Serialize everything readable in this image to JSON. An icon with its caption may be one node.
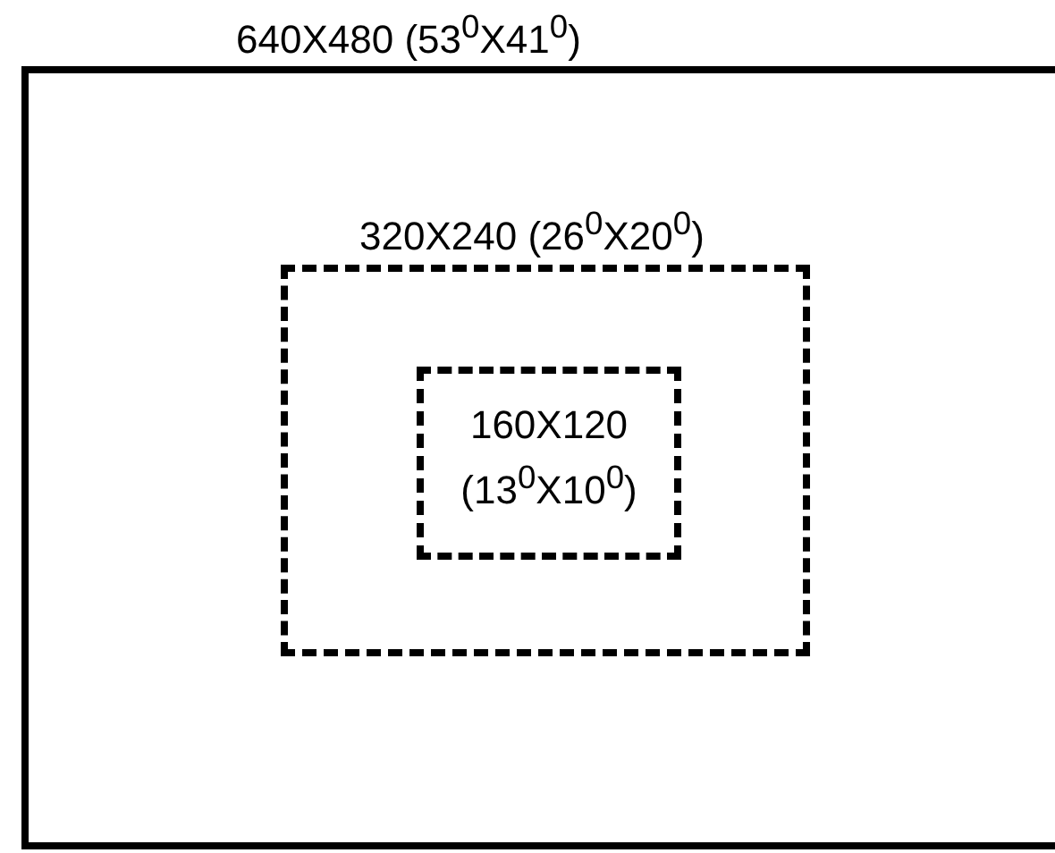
{
  "diagram": {
    "nodes": [
      {
        "text": [
          "640X480 (53$^{0}$X41$^{0}$)"
        ]
      },
      {
        "text": [
          "320X240 (26$^{0}$X20$^{0}$)"
        ],
        "in": 0
      },
      {
        "text": [
          "160X120 (13$^{0}$X10$^{0}$)"
        ],
        "in": 1
      }
    ]
  }
}
